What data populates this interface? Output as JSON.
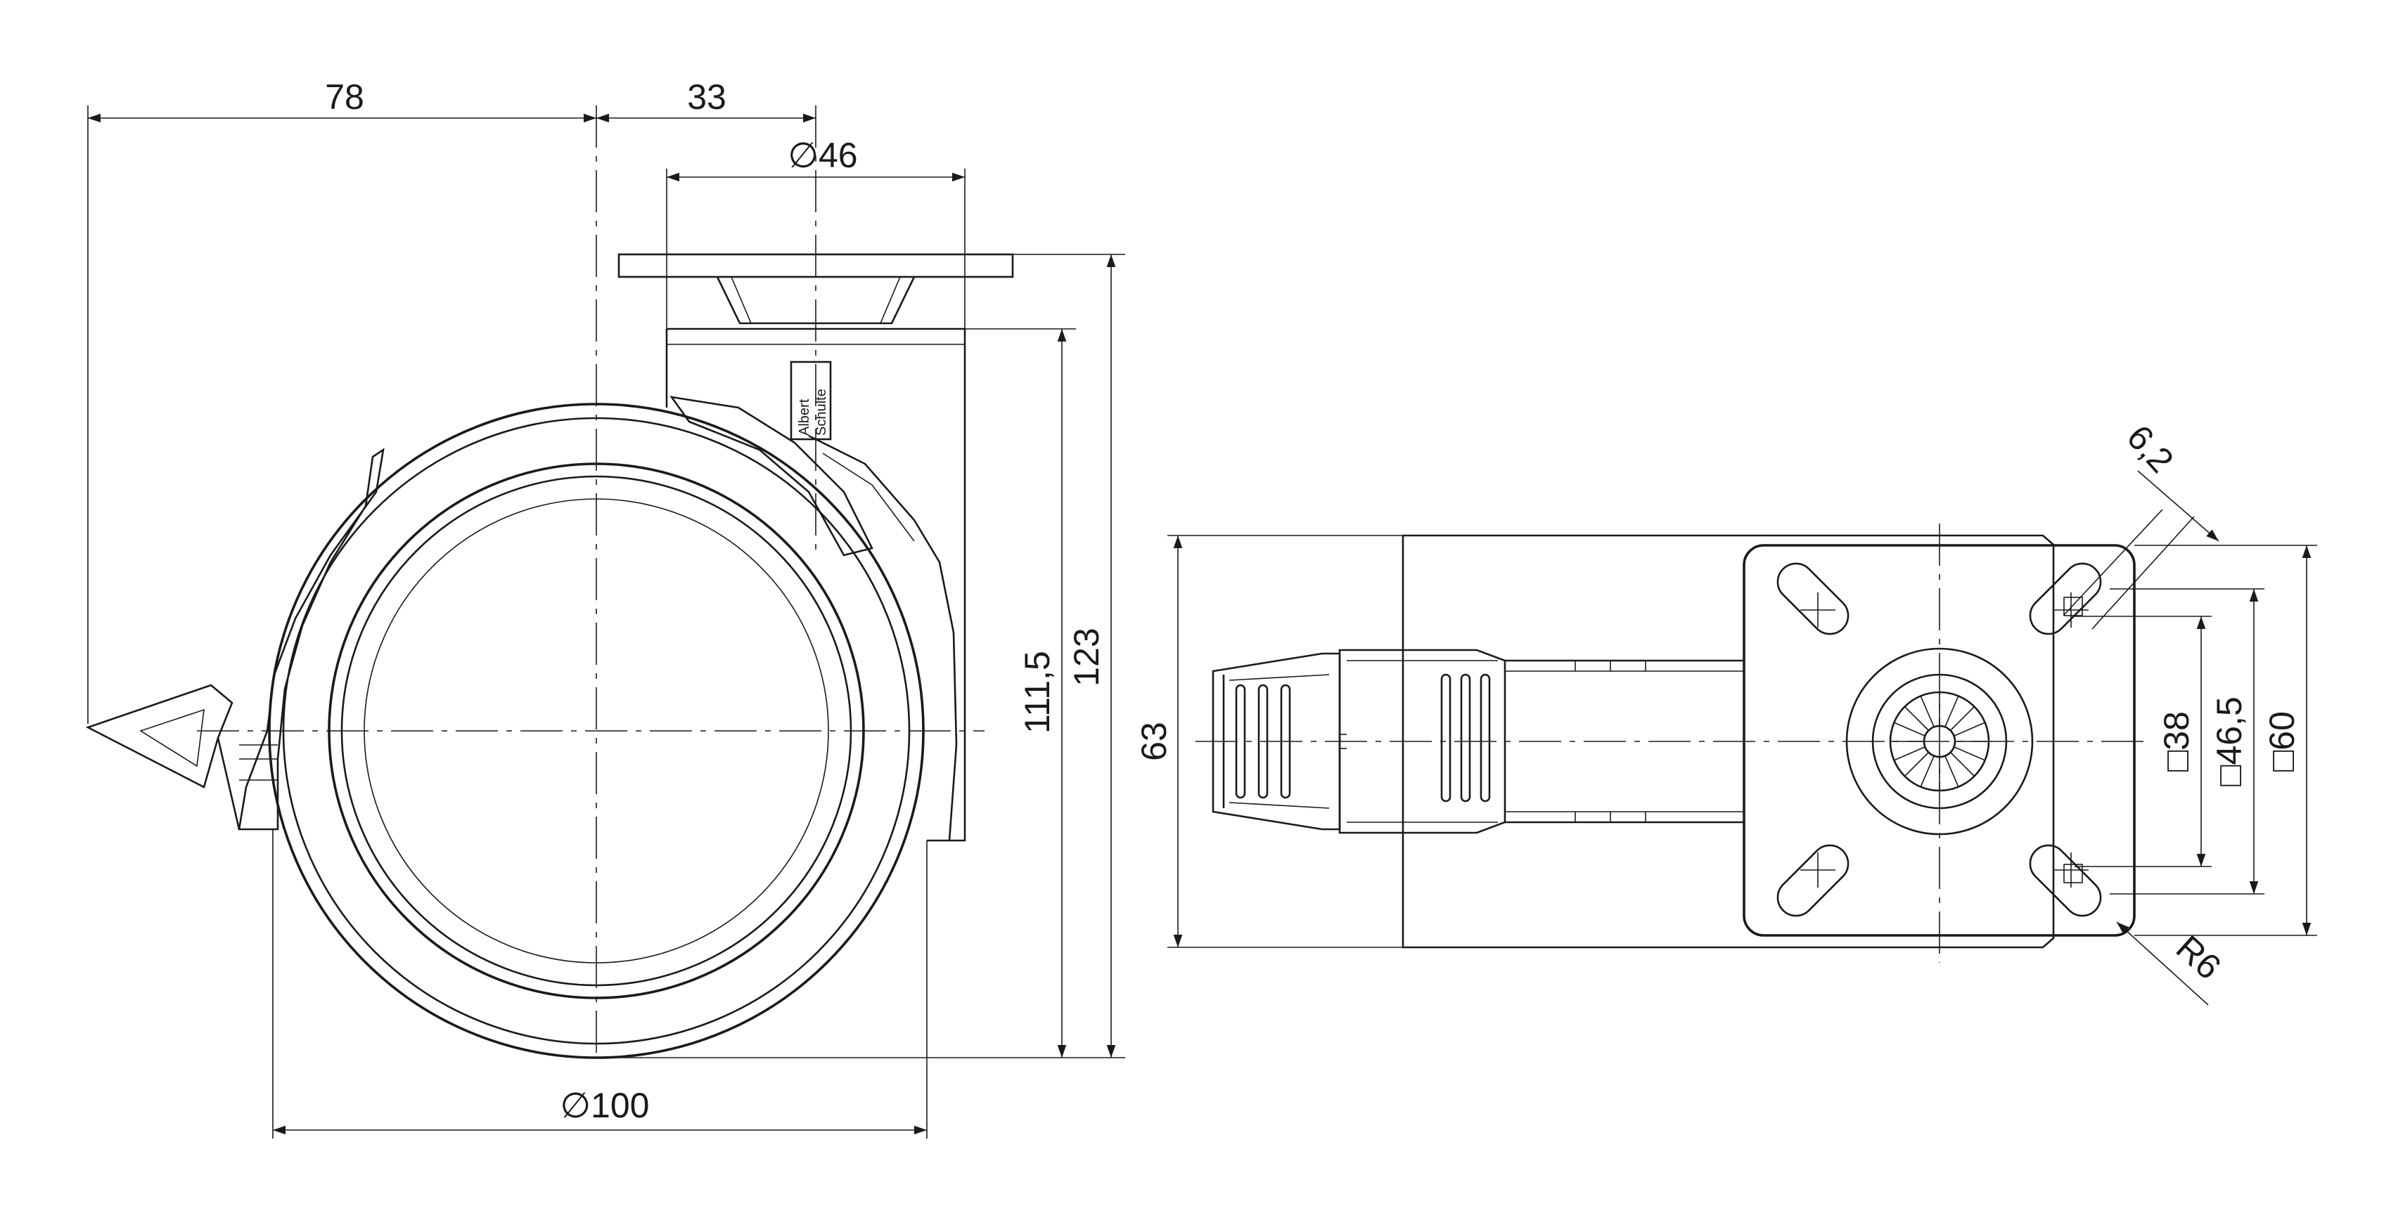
{
  "dimensions": {
    "d78": "78",
    "d33": "33",
    "d46": "∅46",
    "d100": "∅100",
    "d111": "111,5",
    "d123": "123",
    "d63": "63",
    "d62": "6,2",
    "r6": "R6",
    "sq38": "□38",
    "sq465": "□46,5",
    "sq60": "□60"
  },
  "logo": {
    "line1": "Albert",
    "line2": "Schulte"
  },
  "colors": {
    "line": "#1a1a1a",
    "background": "#ffffff"
  }
}
